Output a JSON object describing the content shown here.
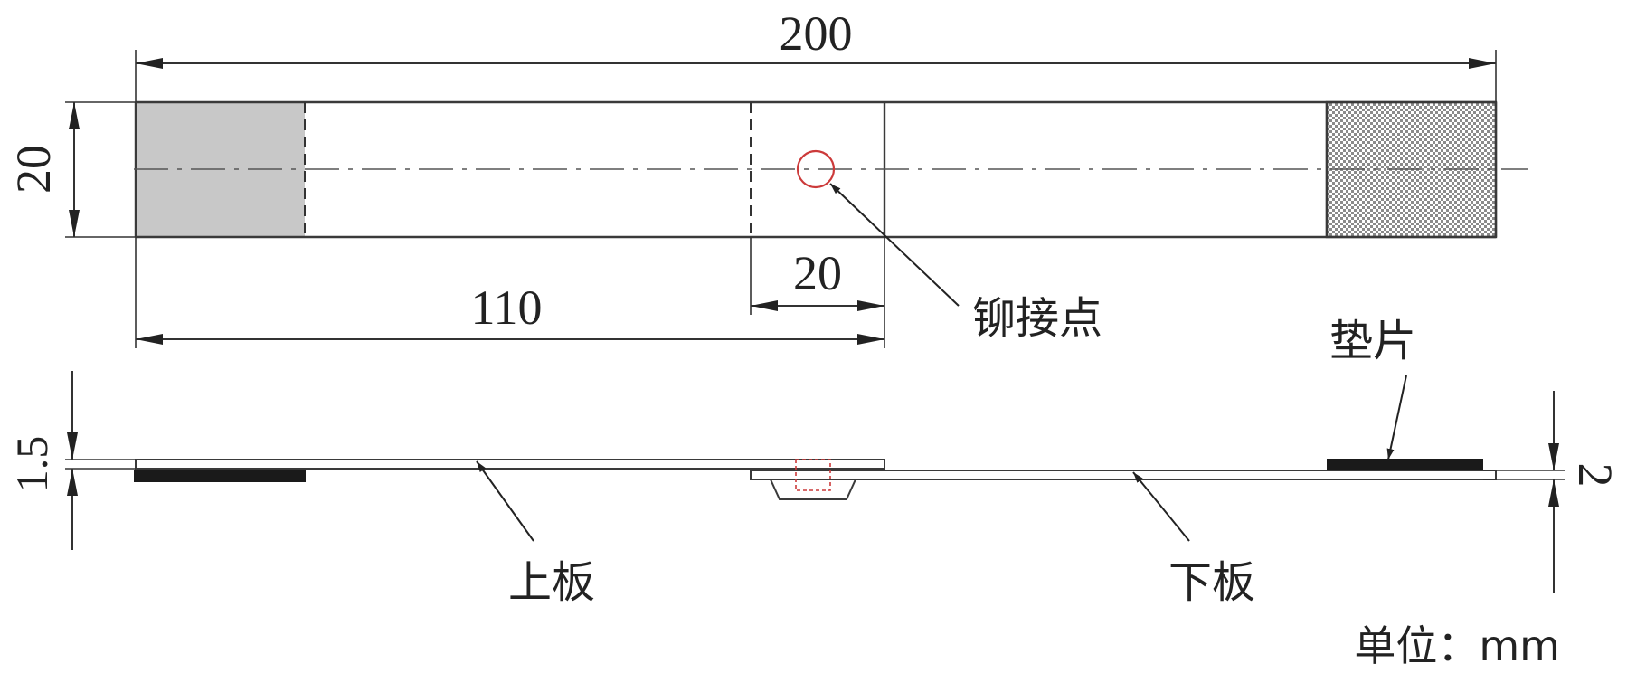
{
  "dimensions": {
    "total_length": "200",
    "width": "20",
    "overlap_length": "20",
    "rivet_position": "110",
    "plate_thickness": "1.5",
    "shim_thickness": "2"
  },
  "labels": {
    "rivet_point": "铆接点",
    "shim": "垫片",
    "upper_plate": "上板",
    "lower_plate": "下板",
    "unit": "单位：mm"
  },
  "colors": {
    "line": "#333333",
    "grip_fill": "#c8c8c8",
    "rivet": "#cc3a3a",
    "shim": "#1a1a1a"
  }
}
